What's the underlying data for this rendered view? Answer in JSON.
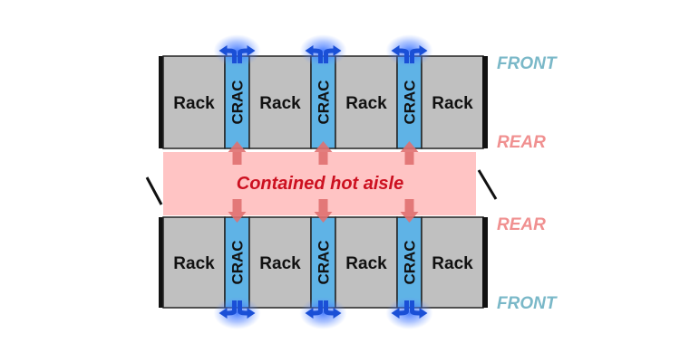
{
  "rack_label": "Rack",
  "crac_label": "CRAC",
  "aisle_label": "Contained hot aisle",
  "labels": {
    "top_front": "FRONT",
    "top_rear": "REAR",
    "bottom_rear": "REAR",
    "bottom_front": "FRONT"
  },
  "rows": [
    {
      "id": "top",
      "units": [
        "Rack",
        "CRAC",
        "Rack",
        "CRAC",
        "Rack",
        "CRAC",
        "Rack"
      ]
    },
    {
      "id": "bottom",
      "units": [
        "Rack",
        "CRAC",
        "Rack",
        "CRAC",
        "Rack",
        "CRAC",
        "Rack"
      ]
    }
  ],
  "colors": {
    "rack_fill": "#c0c0c0",
    "crac_fill": "#5fb3e6",
    "aisle_fill": "#ffc4c4",
    "aisle_text": "#cc1020",
    "front_text": "#7ab8c8",
    "rear_text": "#f09090",
    "cold_air": "#1a4fd6",
    "hot_air": "#e07070",
    "end_panel": "#111111"
  }
}
